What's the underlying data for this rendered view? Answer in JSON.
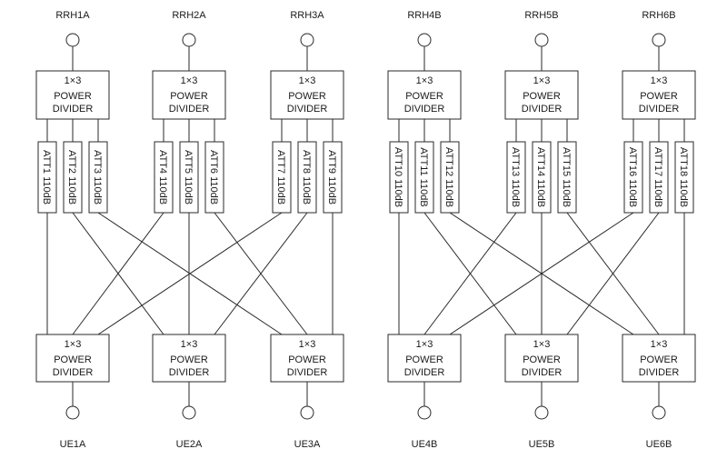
{
  "groups": [
    {
      "rrhs": [
        "RRH1A",
        "RRH2A",
        "RRH3A"
      ],
      "ues": [
        "UE1A",
        "UE2A",
        "UE3A"
      ],
      "attenuators": [
        "ATT1 110dB",
        "ATT2 110dB",
        "ATT3 110dB",
        "ATT4 110dB",
        "ATT5 110dB",
        "ATT6 110dB",
        "ATT7 110dB",
        "ATT8 110dB",
        "ATT9 110dB"
      ]
    },
    {
      "rrhs": [
        "RRH4B",
        "RRH5B",
        "RRH6B"
      ],
      "ues": [
        "UE4B",
        "UE5B",
        "UE6B"
      ],
      "attenuators": [
        "ATT10 110dB",
        "ATT11 110dB",
        "ATT12 110dB",
        "ATT13 110dB",
        "ATT14 110dB",
        "ATT15 110dB",
        "ATT16 110dB",
        "ATT17 110dB",
        "ATT18 110dB"
      ]
    }
  ],
  "divider": {
    "type": "1×3",
    "line1": "POWER",
    "line2": "DIVIDER"
  }
}
